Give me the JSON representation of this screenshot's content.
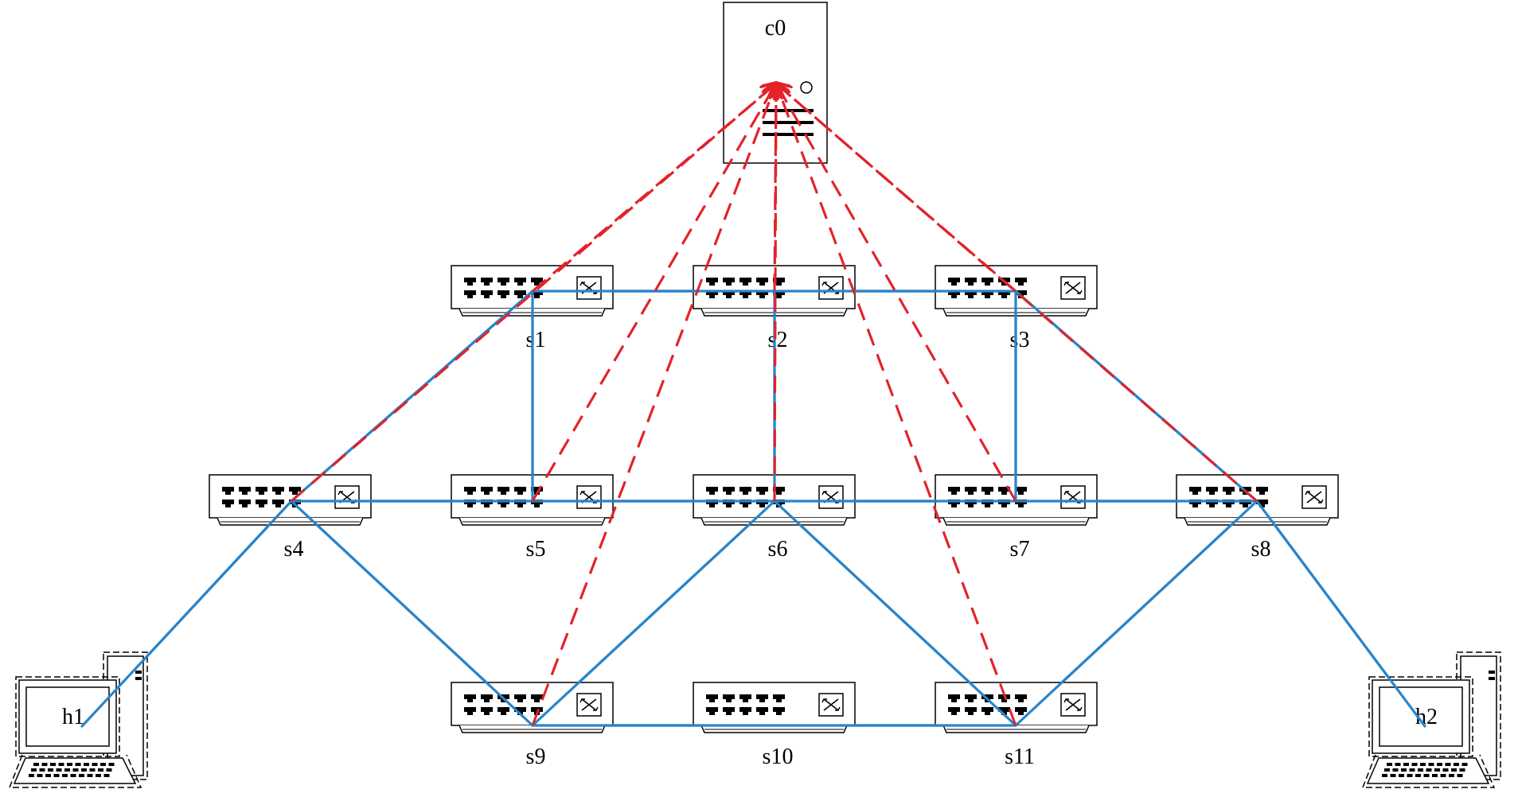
{
  "controller": {
    "label": "c0"
  },
  "switches": [
    {
      "id": "s1",
      "label": "s1"
    },
    {
      "id": "s2",
      "label": "s2"
    },
    {
      "id": "s3",
      "label": "s3"
    },
    {
      "id": "s4",
      "label": "s4"
    },
    {
      "id": "s5",
      "label": "s5"
    },
    {
      "id": "s6",
      "label": "s6"
    },
    {
      "id": "s7",
      "label": "s7"
    },
    {
      "id": "s8",
      "label": "s8"
    },
    {
      "id": "s9",
      "label": "s9"
    },
    {
      "id": "s10",
      "label": "s10"
    },
    {
      "id": "s11",
      "label": "s11"
    }
  ],
  "hosts": [
    {
      "id": "h1",
      "label": "h1"
    },
    {
      "id": "h2",
      "label": "h2"
    }
  ],
  "data_links": [
    [
      "s1",
      "s2"
    ],
    [
      "s2",
      "s3"
    ],
    [
      "s1",
      "s5"
    ],
    [
      "s3",
      "s7"
    ],
    [
      "s1",
      "s4"
    ],
    [
      "s3",
      "s8"
    ],
    [
      "s2",
      "s6"
    ],
    [
      "s4",
      "s8"
    ],
    [
      "s4",
      "s9"
    ],
    [
      "s6",
      "s9"
    ],
    [
      "s6",
      "s11"
    ],
    [
      "s8",
      "s11"
    ],
    [
      "s9",
      "s11"
    ],
    [
      "h1",
      "s4"
    ],
    [
      "h2",
      "s8"
    ]
  ],
  "control_links": [
    "s1",
    "s2",
    "s3",
    "s5",
    "s6",
    "s7",
    "s9",
    "s11",
    "s4",
    "s8"
  ],
  "colors": {
    "data_link": "#2a84c9",
    "control_link": "#e3222a",
    "outline": "#000000"
  },
  "icons": {
    "controller": "server-icon",
    "switch": "network-switch-icon",
    "host": "desktop-computer-icon"
  }
}
